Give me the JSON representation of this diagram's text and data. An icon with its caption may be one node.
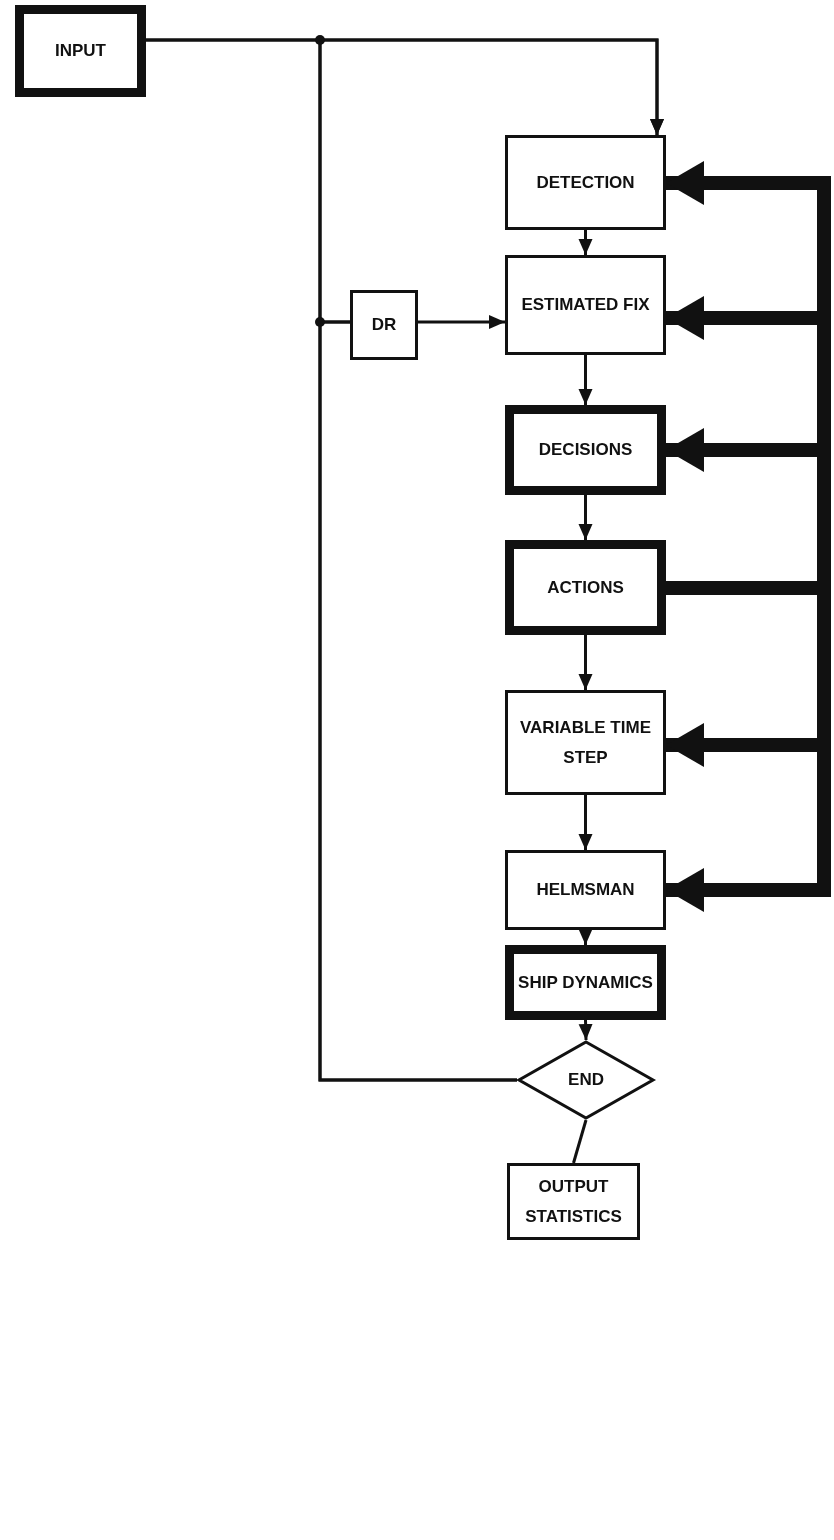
{
  "diagram": {
    "nodes": [
      {
        "text": [
          "INPUT"
        ]
      },
      {
        "text": [
          "DETECTION"
        ]
      },
      {
        "text": [
          "DR"
        ]
      },
      {
        "text": [
          "ESTIMATED FIX"
        ]
      },
      {
        "text": [
          "DECISIONS"
        ]
      },
      {
        "text": [
          "ACTIONS"
        ]
      },
      {
        "text": [
          "VARIABLE TIME STEP"
        ]
      },
      {
        "text": [
          "HELMSMAN"
        ]
      },
      {
        "text": [
          "SHIP DYNAMICS"
        ]
      },
      {
        "text": [
          "END"
        ]
      },
      {
        "text": [
          "OUTPUT STATISTICS"
        ]
      }
    ],
    "edges": [
      {
        "from": 0,
        "to": 1,
        "arrow": "to"
      },
      {
        "from": 0,
        "to": 2,
        "arrow": "none"
      },
      {
        "from": 9,
        "to": 1,
        "arrow": "to"
      },
      {
        "from": 9,
        "to": 2,
        "arrow": "none"
      },
      {
        "from": 2,
        "to": 3,
        "arrow": "to"
      },
      {
        "from": 1,
        "to": 3,
        "arrow": "to"
      },
      {
        "from": 3,
        "to": 4,
        "arrow": "to"
      },
      {
        "from": 4,
        "to": 5,
        "arrow": "to"
      },
      {
        "from": 5,
        "to": 6,
        "arrow": "to"
      },
      {
        "from": 6,
        "to": 7,
        "arrow": "to"
      },
      {
        "from": 7,
        "to": 8,
        "arrow": "to"
      },
      {
        "from": 8,
        "to": 9,
        "arrow": "to"
      },
      {
        "from": 9,
        "to": 10,
        "arrow": "none"
      },
      {
        "from": 5,
        "to": 1,
        "arrow": "to",
        "style": "thick"
      },
      {
        "from": 5,
        "to": 3,
        "arrow": "to",
        "style": "thick"
      },
      {
        "from": 5,
        "to": 4,
        "arrow": "to",
        "style": "thick"
      },
      {
        "from": 5,
        "to": 6,
        "arrow": "to",
        "style": "thick"
      },
      {
        "from": 5,
        "to": 7,
        "arrow": "to",
        "style": "thick"
      }
    ]
  }
}
